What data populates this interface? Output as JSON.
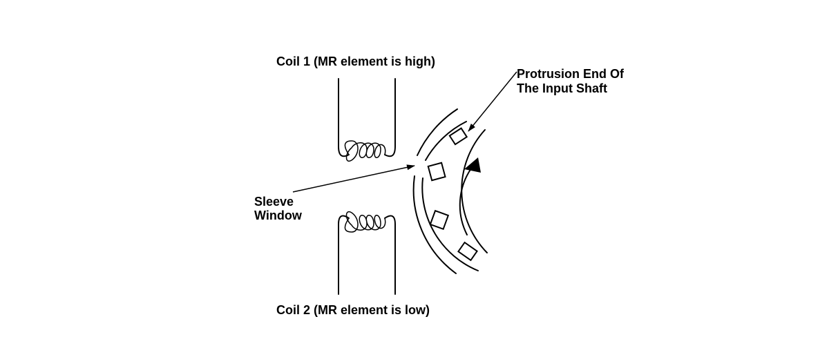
{
  "labels": {
    "coil1": "Coil 1 (MR element is high)",
    "coil2": "Coil 2 (MR element is low)",
    "protrusion_line1": "Protrusion End Of",
    "protrusion_line2": "The Input Shaft",
    "sleeve_line1": "Sleeve",
    "sleeve_line2": "Window"
  },
  "colors": {
    "line": "#000000",
    "background": "#ffffff"
  }
}
